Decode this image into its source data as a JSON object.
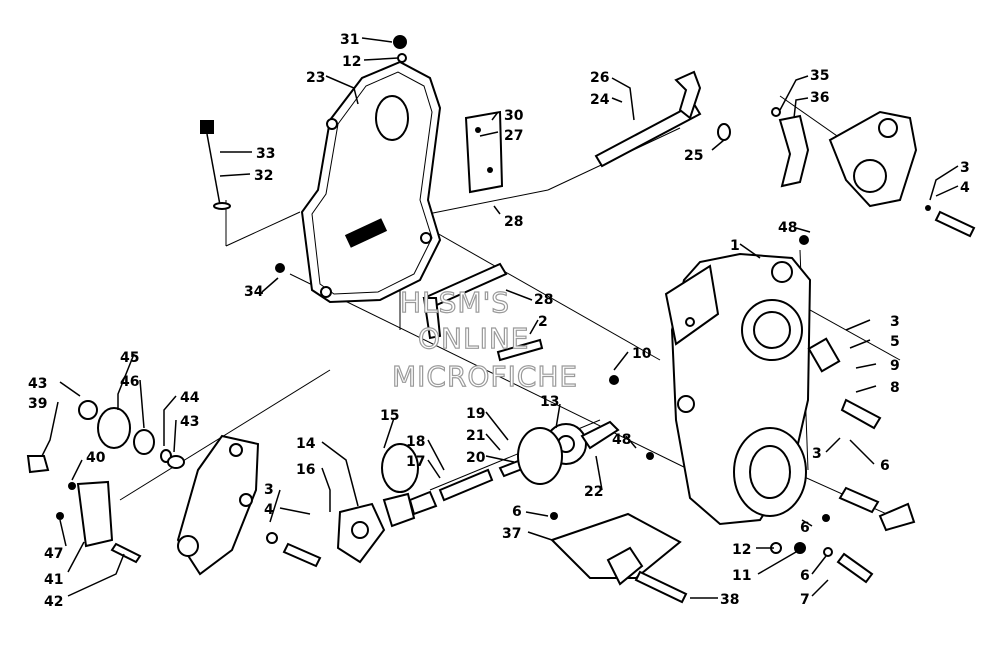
{
  "watermark": {
    "line1": "HLSM'S",
    "line2": "ONLINE",
    "line3": "MICROFICHE"
  },
  "callouts": [
    {
      "id": "c31",
      "text": "31"
    },
    {
      "id": "c12a",
      "text": "12"
    },
    {
      "id": "c23",
      "text": "23"
    },
    {
      "id": "c33",
      "text": "33"
    },
    {
      "id": "c32",
      "text": "32"
    },
    {
      "id": "c30",
      "text": "30"
    },
    {
      "id": "c27",
      "text": "27"
    },
    {
      "id": "c28a",
      "text": "28"
    },
    {
      "id": "c26",
      "text": "26"
    },
    {
      "id": "c24",
      "text": "24"
    },
    {
      "id": "c25",
      "text": "25"
    },
    {
      "id": "c35",
      "text": "35"
    },
    {
      "id": "c36",
      "text": "36"
    },
    {
      "id": "c3a",
      "text": "3"
    },
    {
      "id": "c4a",
      "text": "4"
    },
    {
      "id": "c34",
      "text": "34"
    },
    {
      "id": "c48a",
      "text": "48"
    },
    {
      "id": "c1",
      "text": "1"
    },
    {
      "id": "c28b",
      "text": "28"
    },
    {
      "id": "c2",
      "text": "2"
    },
    {
      "id": "c3b",
      "text": "3"
    },
    {
      "id": "c5",
      "text": "5"
    },
    {
      "id": "c9",
      "text": "9"
    },
    {
      "id": "c8",
      "text": "8"
    },
    {
      "id": "c10",
      "text": "10"
    },
    {
      "id": "c13",
      "text": "13"
    },
    {
      "id": "c45",
      "text": "45"
    },
    {
      "id": "c43a",
      "text": "43"
    },
    {
      "id": "c46",
      "text": "46"
    },
    {
      "id": "c39",
      "text": "39"
    },
    {
      "id": "c44",
      "text": "44"
    },
    {
      "id": "c43b",
      "text": "43"
    },
    {
      "id": "c40",
      "text": "40"
    },
    {
      "id": "c15",
      "text": "15"
    },
    {
      "id": "c19",
      "text": "19"
    },
    {
      "id": "c21",
      "text": "21"
    },
    {
      "id": "c48b",
      "text": "48"
    },
    {
      "id": "c3c",
      "text": "3"
    },
    {
      "id": "c6a",
      "text": "6"
    },
    {
      "id": "c14",
      "text": "14"
    },
    {
      "id": "c18",
      "text": "18"
    },
    {
      "id": "c17",
      "text": "17"
    },
    {
      "id": "c20",
      "text": "20"
    },
    {
      "id": "c22",
      "text": "22"
    },
    {
      "id": "c16",
      "text": "16"
    },
    {
      "id": "c3d",
      "text": "3"
    },
    {
      "id": "c4b",
      "text": "4"
    },
    {
      "id": "c6b",
      "text": "6"
    },
    {
      "id": "c37",
      "text": "37"
    },
    {
      "id": "c6c",
      "text": "6"
    },
    {
      "id": "c12b",
      "text": "12"
    },
    {
      "id": "c11",
      "text": "11"
    },
    {
      "id": "c6d",
      "text": "6"
    },
    {
      "id": "c7",
      "text": "7"
    },
    {
      "id": "c38",
      "text": "38"
    },
    {
      "id": "c47",
      "text": "47"
    },
    {
      "id": "c41",
      "text": "41"
    },
    {
      "id": "c42",
      "text": "42"
    }
  ]
}
